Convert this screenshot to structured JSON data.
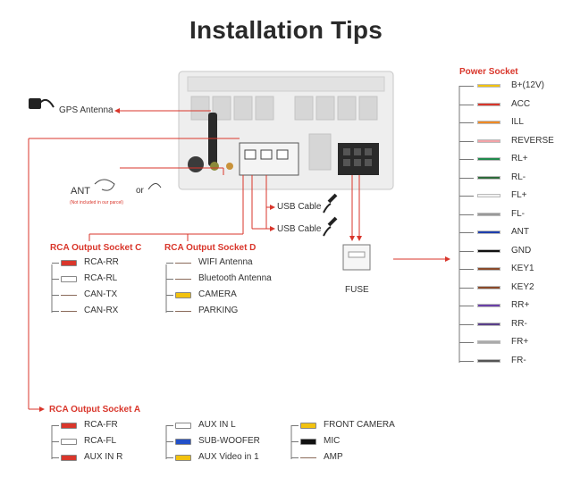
{
  "title": "Installation Tips",
  "gps_label": "GPS Antenna",
  "ant_label": "ANT",
  "ant_or": "or",
  "ant_note": "(Not included in our parcel)",
  "usb1": "USB Cable",
  "usb2": "USB Cable",
  "fuse": "FUSE",
  "power": {
    "header": "Power Socket",
    "wires": [
      {
        "label": "B+(12V)",
        "color": "#f2c20f"
      },
      {
        "label": "ACC",
        "color": "#d9362b"
      },
      {
        "label": "ILL",
        "color": "#f08a24"
      },
      {
        "label": "REVERSE",
        "color": "#f4a3a8"
      },
      {
        "label": "RL+",
        "color": "#1f8a4c"
      },
      {
        "label": "RL-",
        "color": "#2e6b3b"
      },
      {
        "label": "FL+",
        "color": "#f2f2f2"
      },
      {
        "label": "FL-",
        "color": "#999999"
      },
      {
        "label": "ANT",
        "color": "#1f3fae"
      },
      {
        "label": "GND",
        "color": "#111111"
      },
      {
        "label": "KEY1",
        "color": "#8a4a2a"
      },
      {
        "label": "KEY2",
        "color": "#8a4a2a"
      },
      {
        "label": "RR+",
        "color": "#6a3fa8"
      },
      {
        "label": "RR-",
        "color": "#5a3f8a"
      },
      {
        "label": "FR+",
        "color": "#aaaaaa"
      },
      {
        "label": "FR-",
        "color": "#555555"
      }
    ]
  },
  "rca_c": {
    "header": "RCA Output Socket C",
    "items": [
      {
        "label": "RCA-RR",
        "plug": "#d9362b"
      },
      {
        "label": "RCA-RL",
        "plug": "#ffffff"
      },
      {
        "label": "CAN-TX",
        "plug": ""
      },
      {
        "label": "CAN-RX",
        "plug": ""
      }
    ]
  },
  "rca_d": {
    "header": "RCA Output Socket D",
    "items": [
      {
        "label": "WIFI Antenna",
        "plug": ""
      },
      {
        "label": "Bluetooth Antenna",
        "plug": ""
      },
      {
        "label": "CAMERA",
        "plug": "#f2c20f"
      },
      {
        "label": "PARKING",
        "plug": ""
      }
    ]
  },
  "rca_a": {
    "header": "RCA Output Socket A",
    "col1": [
      {
        "label": "RCA-FR",
        "plug": "#d9362b"
      },
      {
        "label": "RCA-FL",
        "plug": "#ffffff"
      },
      {
        "label": "AUX IN R",
        "plug": "#d9362b"
      }
    ],
    "col2": [
      {
        "label": "AUX IN L",
        "plug": "#ffffff"
      },
      {
        "label": "SUB-WOOFER",
        "plug": "#2250c8"
      },
      {
        "label": "AUX Video in 1",
        "plug": "#f2c20f"
      }
    ],
    "col3": [
      {
        "label": "FRONT CAMERA",
        "plug": "#f2c20f"
      },
      {
        "label": "MIC",
        "plug": "#111111"
      },
      {
        "label": "AMP",
        "plug": ""
      }
    ]
  }
}
